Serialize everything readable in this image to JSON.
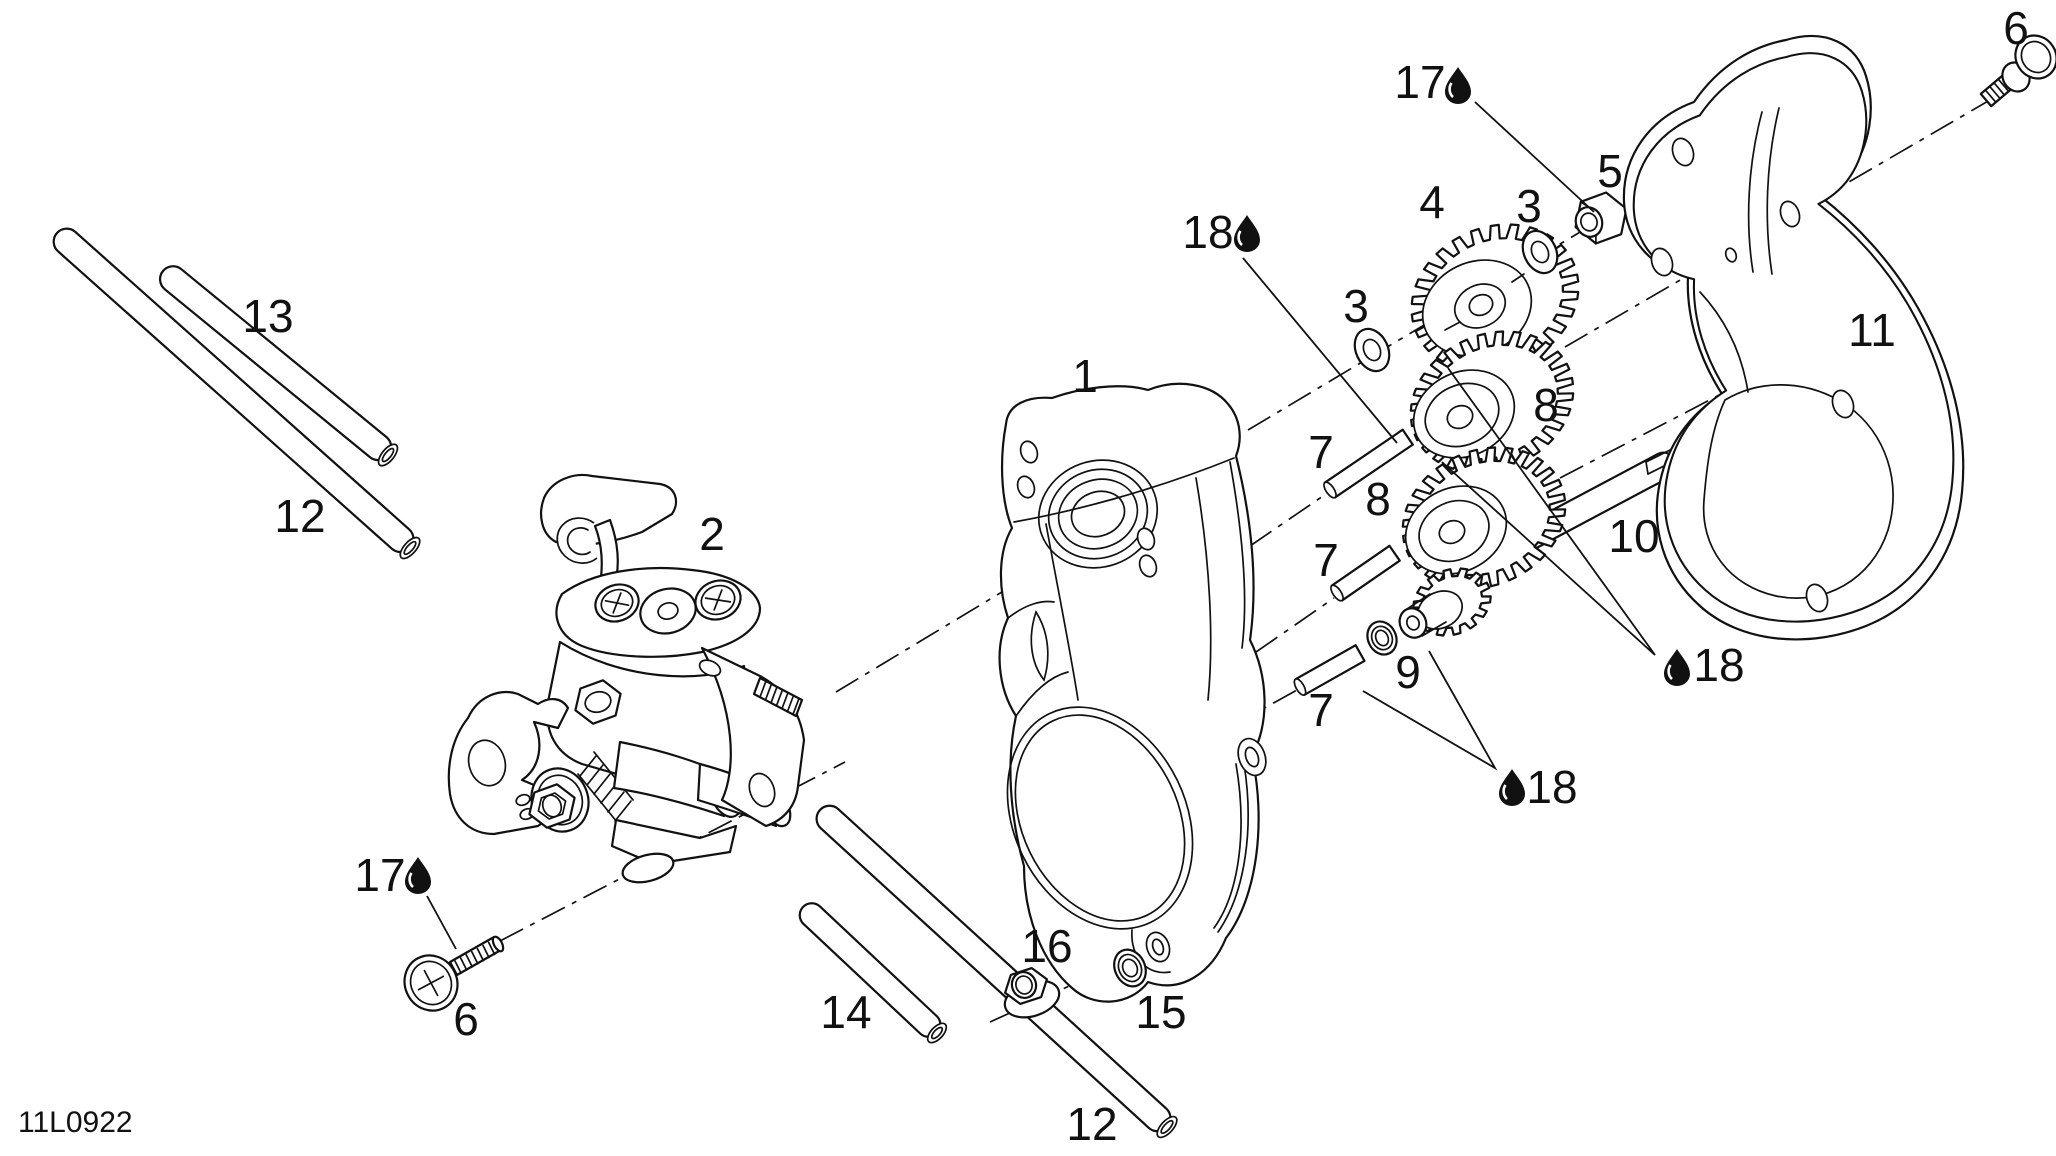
{
  "diagram": {
    "code": "11L0922",
    "kind": "exploded-parts-diagram",
    "subject": "oil-pump-assembly",
    "line_color": "#111111",
    "background_color": "#ffffff"
  },
  "icons": {
    "oil_drop": "lubrication-point"
  },
  "callouts": [
    {
      "label": "13",
      "part": "oil-line-upper"
    },
    {
      "label": "12",
      "part": "oil-line-left"
    },
    {
      "label": "2",
      "part": "oil-pump"
    },
    {
      "label": "1",
      "part": "inner-cover"
    },
    {
      "label": "18",
      "part": "lube-point-pin",
      "icon": "oil_drop"
    },
    {
      "label": "3",
      "part": "washer-left"
    },
    {
      "label": "4",
      "part": "drive-gear"
    },
    {
      "label": "3",
      "part": "washer-right"
    },
    {
      "label": "5",
      "part": "lock-nut"
    },
    {
      "label": "17",
      "part": "lube-point-nut",
      "icon": "oil_drop"
    },
    {
      "label": "6",
      "part": "screw-top"
    },
    {
      "label": "11",
      "part": "outer-cover"
    },
    {
      "label": "8",
      "part": "gear-upper"
    },
    {
      "label": "8",
      "part": "gear-lower"
    },
    {
      "label": "10",
      "part": "shaft"
    },
    {
      "label": "7",
      "part": "pin-a"
    },
    {
      "label": "7",
      "part": "pin-b"
    },
    {
      "label": "7",
      "part": "pin-c"
    },
    {
      "label": "9",
      "part": "washer-small"
    },
    {
      "label": "18",
      "part": "lube-point-gears",
      "icon": "oil_drop"
    },
    {
      "label": "18",
      "part": "lube-point-lower",
      "icon": "oil_drop"
    },
    {
      "label": "17",
      "part": "lube-point-screw",
      "icon": "oil_drop"
    },
    {
      "label": "6",
      "part": "screw-bottom"
    },
    {
      "label": "16",
      "part": "nut-lower"
    },
    {
      "label": "15",
      "part": "washer-lower"
    },
    {
      "label": "14",
      "part": "oil-line-short"
    },
    {
      "label": "12",
      "part": "oil-line-bottom"
    }
  ]
}
